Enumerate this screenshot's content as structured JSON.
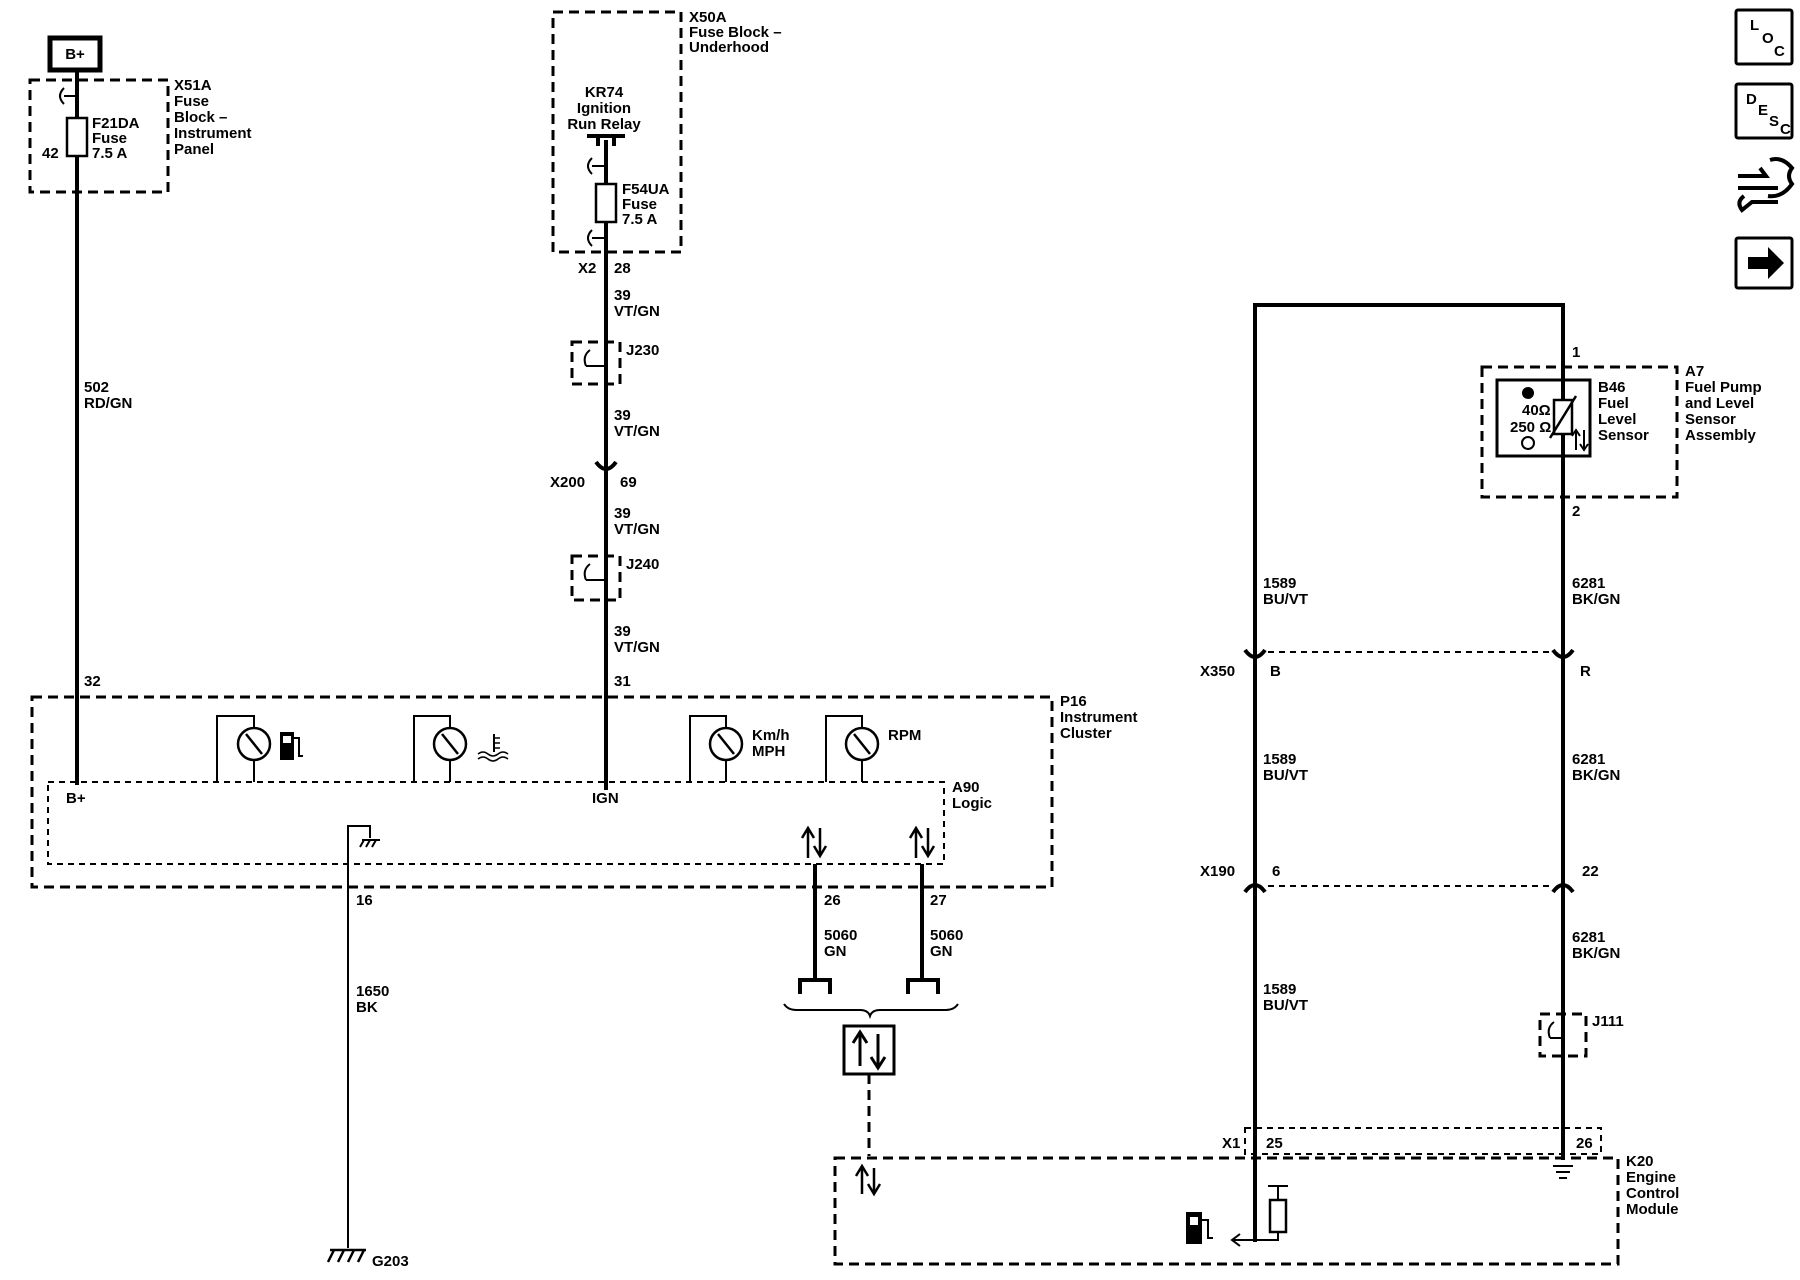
{
  "power": {
    "bplus": "B+"
  },
  "x51a": {
    "title": [
      "X51A",
      "Fuse",
      "Block –",
      "Instrument",
      "Panel"
    ],
    "fuse": [
      "F21DA",
      "Fuse",
      "7.5 A"
    ],
    "pin": "42"
  },
  "x50a": {
    "title": [
      "X50A",
      "Fuse Block –",
      "Underhood"
    ],
    "relay": [
      "KR74",
      "Ignition",
      "Run Relay"
    ],
    "fuse": [
      "F54UA",
      "Fuse",
      "7.5 A"
    ],
    "connector": "X2",
    "pin": "28"
  },
  "wires": {
    "w39a": [
      "39",
      "VT/GN"
    ],
    "w39b": [
      "39",
      "VT/GN"
    ],
    "w39c": [
      "39",
      "VT/GN"
    ],
    "w39d": [
      "39",
      "VT/GN"
    ],
    "w502": [
      "502",
      "RD/GN"
    ],
    "w1650": [
      "1650",
      "BK"
    ],
    "w5060a": [
      "5060",
      "GN"
    ],
    "w5060b": [
      "5060",
      "GN"
    ],
    "w1589a": [
      "1589",
      "BU/VT"
    ],
    "w1589b": [
      "1589",
      "BU/VT"
    ],
    "w1589c": [
      "1589",
      "BU/VT"
    ],
    "w6281a": [
      "6281",
      "BK/GN"
    ],
    "w6281b": [
      "6281",
      "BK/GN"
    ],
    "w6281c": [
      "6281",
      "BK/GN"
    ]
  },
  "splices": {
    "j230": "J230",
    "j240": "J240",
    "j111": "J111"
  },
  "x200": {
    "name": "X200",
    "pin": "69"
  },
  "cluster": {
    "pin32": "32",
    "pin31": "31",
    "title": [
      "P16",
      "Instrument",
      "Cluster"
    ],
    "logic": [
      "A90",
      "Logic"
    ],
    "bplus": "B+",
    "ign": "IGN",
    "speed": [
      "Km/h",
      "MPH"
    ],
    "rpm": "RPM",
    "pin16": "16",
    "pin26": "26",
    "pin27": "27"
  },
  "ground": {
    "g203": "G203"
  },
  "a7": {
    "pin1": "1",
    "pin2": "2",
    "title": [
      "A7",
      "Fuel Pump",
      "and Level",
      "Sensor",
      "Assembly"
    ],
    "sensor": [
      "B46",
      "Fuel",
      "Level",
      "Sensor"
    ],
    "res40": "40Ω",
    "res250": "250 Ω"
  },
  "x350": {
    "name": "X350",
    "pinB": "B",
    "pinR": "R"
  },
  "x190": {
    "name": "X190",
    "pin6": "6",
    "pin22": "22"
  },
  "ecm": {
    "connector": "X1",
    "pin25": "25",
    "pin26": "26",
    "title": [
      "K20",
      "Engine",
      "Control",
      "Module"
    ]
  },
  "nav": {
    "loc": [
      "L",
      "O",
      "C"
    ],
    "desc": [
      "D",
      "E",
      "S",
      "C"
    ]
  },
  "colors": {
    "line": "#000000",
    "background": "#ffffff"
  }
}
